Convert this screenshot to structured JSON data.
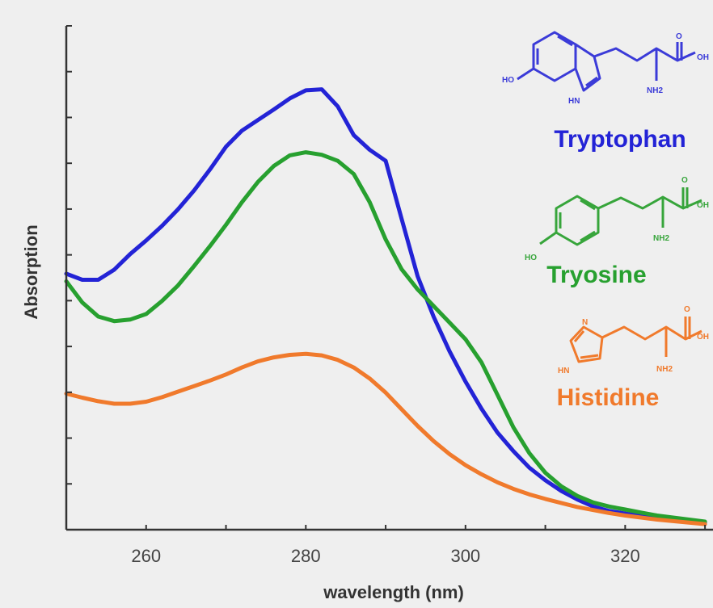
{
  "chart_data": {
    "type": "line",
    "title": "",
    "xlabel": "wavelength (nm)",
    "ylabel": "Absorption",
    "xlim": [
      250,
      331
    ],
    "ylim": [
      0,
      1
    ],
    "x_ticks": [
      260,
      280,
      300,
      320
    ],
    "y_tick_count": 11,
    "show_y_tick_labels": false,
    "grid": false,
    "legend": "right",
    "series": [
      {
        "name": "Tryptophan",
        "color": "#2323d6",
        "points": [
          [
            250,
            0.508
          ],
          [
            252,
            0.496
          ],
          [
            254,
            0.496
          ],
          [
            256,
            0.516
          ],
          [
            258,
            0.547
          ],
          [
            260,
            0.574
          ],
          [
            262,
            0.603
          ],
          [
            264,
            0.636
          ],
          [
            266,
            0.673
          ],
          [
            268,
            0.715
          ],
          [
            270,
            0.76
          ],
          [
            272,
            0.792
          ],
          [
            274,
            0.813
          ],
          [
            276,
            0.834
          ],
          [
            278,
            0.856
          ],
          [
            280,
            0.872
          ],
          [
            282,
            0.874
          ],
          [
            284,
            0.84
          ],
          [
            286,
            0.783
          ],
          [
            288,
            0.754
          ],
          [
            290,
            0.732
          ],
          [
            292,
            0.617
          ],
          [
            294,
            0.503
          ],
          [
            296,
            0.423
          ],
          [
            298,
            0.354
          ],
          [
            300,
            0.294
          ],
          [
            302,
            0.24
          ],
          [
            304,
            0.193
          ],
          [
            306,
            0.156
          ],
          [
            308,
            0.123
          ],
          [
            310,
            0.098
          ],
          [
            312,
            0.077
          ],
          [
            314,
            0.06
          ],
          [
            316,
            0.046
          ],
          [
            318,
            0.037
          ],
          [
            320,
            0.032
          ],
          [
            322,
            0.027
          ],
          [
            324,
            0.023
          ],
          [
            326,
            0.019
          ],
          [
            328,
            0.016
          ],
          [
            330,
            0.013
          ]
        ]
      },
      {
        "name": "Tryosine",
        "color": "#27a02f",
        "points": [
          [
            250,
            0.493
          ],
          [
            252,
            0.451
          ],
          [
            254,
            0.423
          ],
          [
            256,
            0.414
          ],
          [
            258,
            0.417
          ],
          [
            260,
            0.428
          ],
          [
            262,
            0.454
          ],
          [
            264,
            0.485
          ],
          [
            266,
            0.523
          ],
          [
            268,
            0.563
          ],
          [
            270,
            0.605
          ],
          [
            272,
            0.65
          ],
          [
            274,
            0.69
          ],
          [
            276,
            0.722
          ],
          [
            278,
            0.743
          ],
          [
            280,
            0.749
          ],
          [
            282,
            0.744
          ],
          [
            284,
            0.732
          ],
          [
            286,
            0.706
          ],
          [
            288,
            0.65
          ],
          [
            290,
            0.576
          ],
          [
            292,
            0.517
          ],
          [
            294,
            0.477
          ],
          [
            296,
            0.444
          ],
          [
            298,
            0.411
          ],
          [
            300,
            0.378
          ],
          [
            302,
            0.332
          ],
          [
            304,
            0.268
          ],
          [
            306,
            0.203
          ],
          [
            308,
            0.152
          ],
          [
            310,
            0.113
          ],
          [
            312,
            0.086
          ],
          [
            314,
            0.067
          ],
          [
            316,
            0.054
          ],
          [
            318,
            0.046
          ],
          [
            320,
            0.04
          ],
          [
            322,
            0.034
          ],
          [
            324,
            0.028
          ],
          [
            326,
            0.024
          ],
          [
            328,
            0.02
          ],
          [
            330,
            0.016
          ]
        ]
      },
      {
        "name": "Histidine",
        "color": "#f07a2c",
        "points": [
          [
            250,
            0.27
          ],
          [
            252,
            0.262
          ],
          [
            254,
            0.255
          ],
          [
            256,
            0.25
          ],
          [
            258,
            0.25
          ],
          [
            260,
            0.254
          ],
          [
            262,
            0.263
          ],
          [
            264,
            0.274
          ],
          [
            266,
            0.285
          ],
          [
            268,
            0.296
          ],
          [
            270,
            0.308
          ],
          [
            272,
            0.322
          ],
          [
            274,
            0.334
          ],
          [
            276,
            0.342
          ],
          [
            278,
            0.347
          ],
          [
            280,
            0.349
          ],
          [
            282,
            0.346
          ],
          [
            284,
            0.337
          ],
          [
            286,
            0.322
          ],
          [
            288,
            0.3
          ],
          [
            290,
            0.272
          ],
          [
            292,
            0.239
          ],
          [
            294,
            0.206
          ],
          [
            296,
            0.176
          ],
          [
            298,
            0.15
          ],
          [
            300,
            0.128
          ],
          [
            302,
            0.11
          ],
          [
            304,
            0.094
          ],
          [
            306,
            0.081
          ],
          [
            308,
            0.07
          ],
          [
            310,
            0.061
          ],
          [
            312,
            0.053
          ],
          [
            314,
            0.045
          ],
          [
            316,
            0.039
          ],
          [
            318,
            0.033
          ],
          [
            320,
            0.028
          ],
          [
            322,
            0.024
          ],
          [
            324,
            0.02
          ],
          [
            326,
            0.017
          ],
          [
            328,
            0.014
          ],
          [
            330,
            0.011
          ]
        ]
      }
    ]
  },
  "molecules": {
    "tryptophan": {
      "icon": "indole-amino-acid-structure",
      "atoms": {
        "ho": "HO",
        "nh": "HN",
        "nh2": "NH2",
        "o": "O",
        "oh": "OH"
      }
    },
    "tyrosine": {
      "icon": "phenol-amino-acid-structure",
      "atoms": {
        "ho": "HO",
        "nh2": "NH2",
        "o": "O",
        "oh": "OH"
      }
    },
    "histidine": {
      "icon": "imidazole-amino-acid-structure",
      "atoms": {
        "n": "N",
        "hn": "HN",
        "nh2": "NH2",
        "o": "O",
        "oh": "OH"
      }
    }
  }
}
